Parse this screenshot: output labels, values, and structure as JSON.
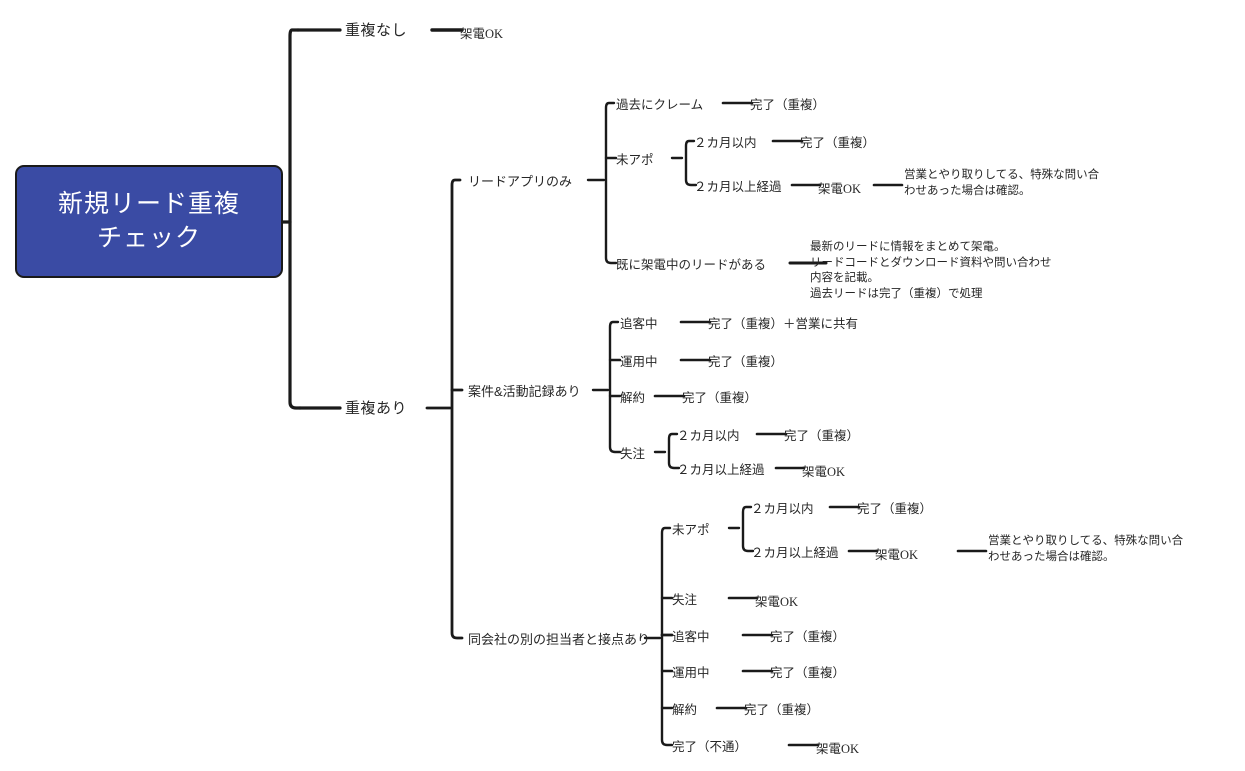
{
  "diagram": {
    "type": "mindmap",
    "title": "新規リード重複チェック",
    "root": {
      "label": "新規リード重複\nチェック",
      "fill": "#3a4ba4",
      "stroke": "#1a1a1a",
      "text_color": "#ffffff"
    },
    "link_color": "#1a1a1a",
    "text_color": "#262626"
  },
  "labels": {
    "no_dup": "重複なし",
    "has_dup": "重複あり",
    "call_ok": "架電OK",
    "lead_app_only": "リードアプリのみ",
    "past_claim": "過去にクレーム",
    "done_dup": "完了（重複）",
    "no_appt": "未アポ",
    "within_2m": "２カ月以内",
    "over_2m": "２カ月以上経過",
    "already_calling": "既に架電中のリードがある",
    "deal_and_activity": "案件&活動記録あり",
    "chasing": "追客中",
    "done_dup_share": "完了（重複）＋営業に共有",
    "operating": "運用中",
    "cancelled": "解約",
    "lost_order": "失注",
    "same_company_other_contact": "同会社の別の担当者と接点あり",
    "done_unreachable": "完了（不通）",
    "note_sales": "営業とやり取りしてる、特殊な問い合\nわせあった場合は確認。",
    "note_already_calling": "最新のリードに情報をまとめて架電。\nリードコードとダウンロード資料や問い合わせ\n内容を記載。\n過去リードは完了（重複）で処理"
  }
}
